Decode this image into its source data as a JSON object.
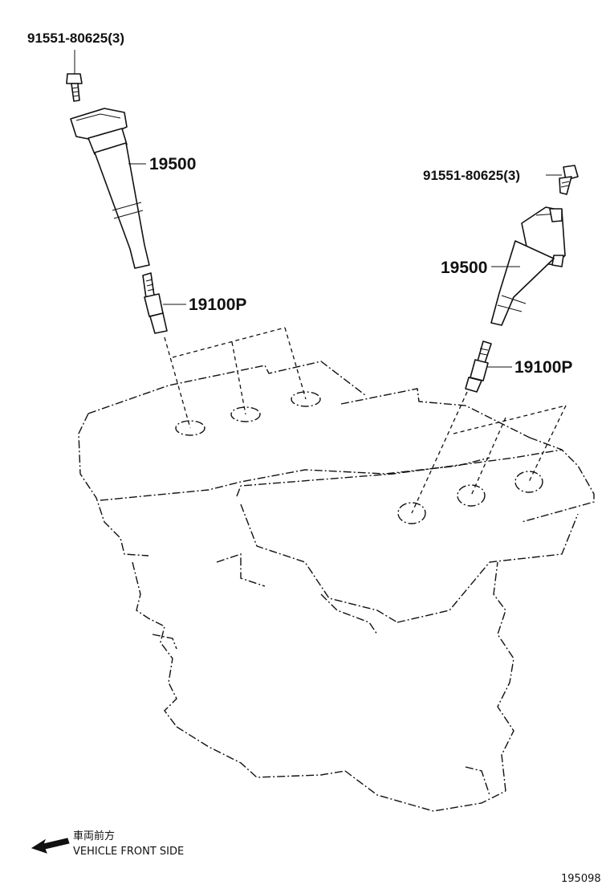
{
  "callouts": {
    "bolt_left": "91551-80625(3)",
    "coil_left": "19500",
    "plug_left": "19100P",
    "bolt_right": "91551-80625(3)",
    "coil_right": "19500",
    "plug_right": "19100P"
  },
  "legend": {
    "japanese": "車両前方",
    "english": "VEHICLE FRONT SIDE",
    "arrow_icon": "left-arrow-icon"
  },
  "figure_number": "195098"
}
